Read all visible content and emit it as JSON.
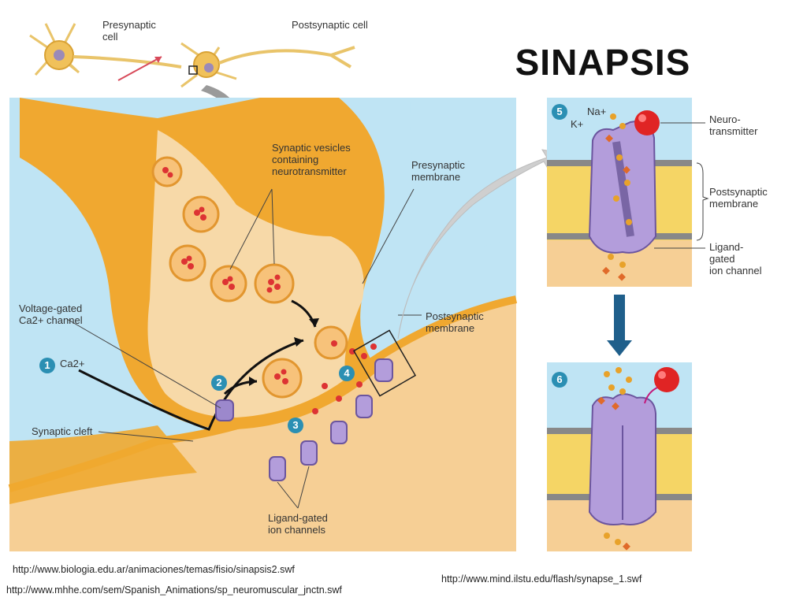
{
  "slide": {
    "title": "SINAPSIS"
  },
  "neuron_strip": {
    "presynaptic_cell": "Presynaptic\ncell",
    "postsynaptic_cell": "Postsynaptic cell"
  },
  "main_diagram": {
    "synaptic_vesicles": "Synaptic vesicles\ncontaining\nneurotransmitter",
    "presynaptic_membrane": "Presynaptic\nmembrane",
    "postsynaptic_membrane": "Postsynaptic\nmembrane",
    "voltage_gated_channel": "Voltage-gated\nCa2+ channel",
    "ca_ion": "Ca2+",
    "synaptic_cleft": "Synaptic cleft",
    "ligand_gated_channels": "Ligand-gated\nion channels",
    "step_numbers": [
      "1",
      "2",
      "3",
      "4"
    ]
  },
  "detail_panels": {
    "na": "Na+",
    "k": "K+",
    "neurotransmitter": "Neuro-\ntransmitter",
    "postsynaptic_membrane": "Postsynaptic\nmembrane",
    "ligand_gated_channel": "Ligand-\ngated\nion channel",
    "step_numbers": [
      "5",
      "6"
    ]
  },
  "links": {
    "url1": "http://www.biologia.edu.ar/animaciones/temas/fisio/sinapsis2.swf",
    "url2": "http://www.mhhe.com/sem/Spanish_Animations/sp_neuromuscular_jnctn.swf",
    "url3": "http://www.mind.ilstu.edu/flash/synapse_1.swf"
  },
  "colors": {
    "background_blue": "#bfe4f4",
    "neuron_orange": "#f0a830",
    "cytoplasm": "#f7d9a8",
    "postsynaptic_fill": "#f6cf95",
    "channel_purple": "#b39ddb",
    "step_badge": "#2b8fb3",
    "arrow_grey": "#9a9a9a",
    "arrow_navy": "#1f5f8b"
  }
}
